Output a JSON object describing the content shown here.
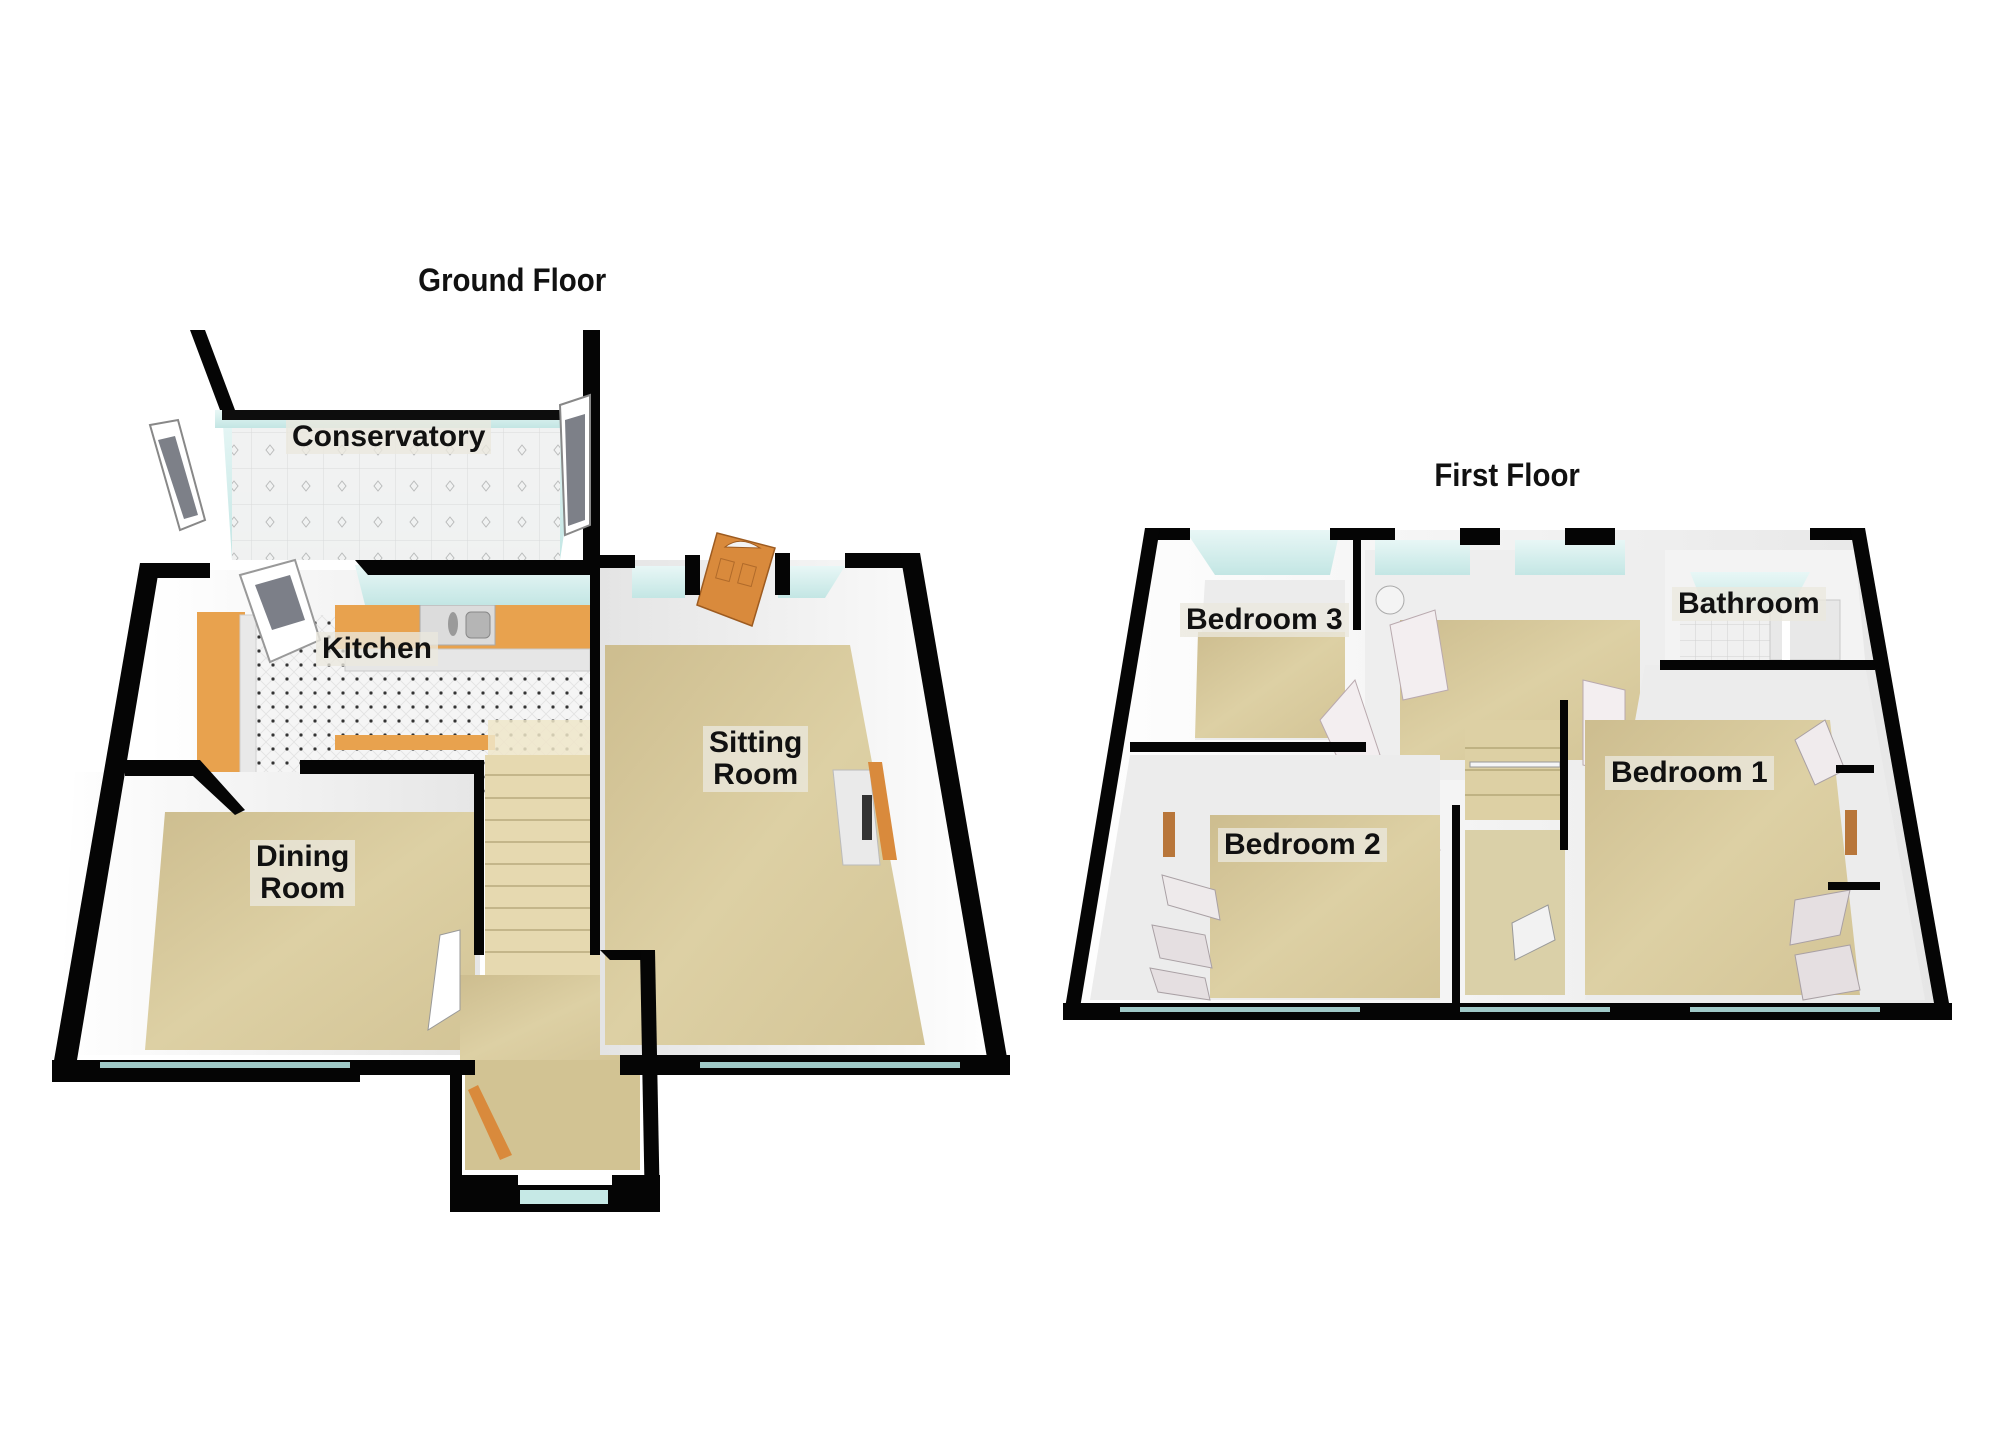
{
  "floors": [
    {
      "title": "Ground Floor",
      "rooms": [
        {
          "name": "Conservatory",
          "lines": [
            "Conservatory"
          ]
        },
        {
          "name": "Kitchen",
          "lines": [
            "Kitchen"
          ]
        },
        {
          "name": "Sitting Room",
          "lines": [
            "Sitting",
            "Room"
          ]
        },
        {
          "name": "Dining Room",
          "lines": [
            "Dining",
            "Room"
          ]
        }
      ]
    },
    {
      "title": "First Floor",
      "rooms": [
        {
          "name": "Bedroom 3",
          "lines": [
            "Bedroom 3"
          ]
        },
        {
          "name": "Bathroom",
          "lines": [
            "Bathroom"
          ]
        },
        {
          "name": "Bedroom 1",
          "lines": [
            "Bedroom 1"
          ]
        },
        {
          "name": "Bedroom 2",
          "lines": [
            "Bedroom 2"
          ]
        }
      ]
    }
  ],
  "colors": {
    "wall": "#050505",
    "carpet": "#d6c79a",
    "worktop": "#e8a24e",
    "glass": "#cfeeee",
    "tile": "#f1f1f1",
    "door_wood": "#d98a3c",
    "door_white": "#f3eef0"
  }
}
